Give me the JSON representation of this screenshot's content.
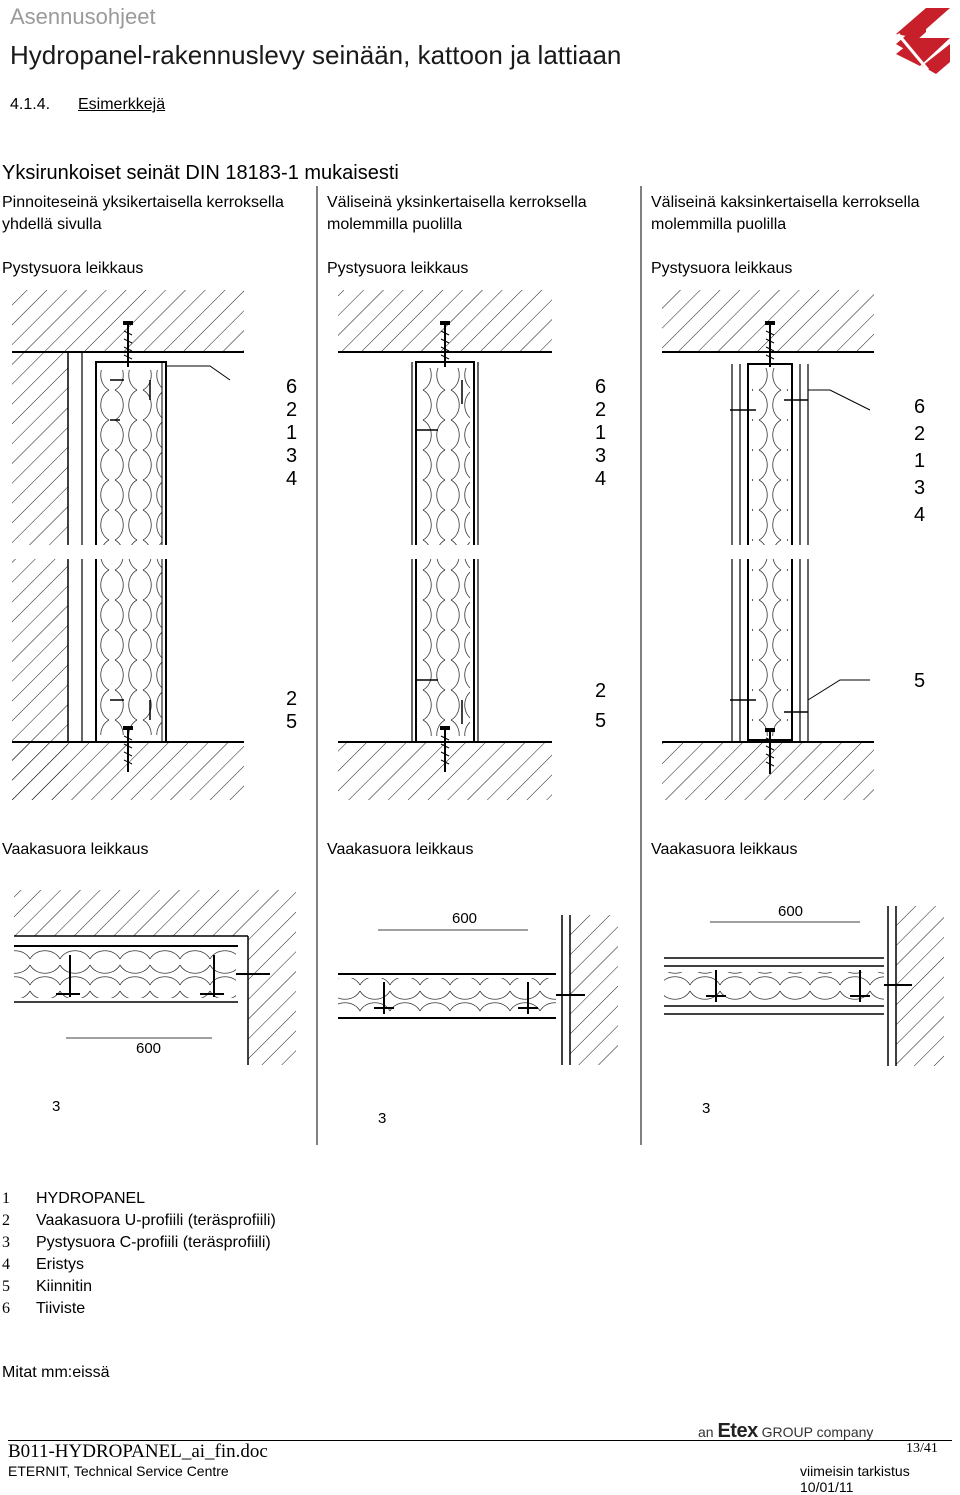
{
  "header": {
    "subtitle": "Asennusohjeet",
    "title": "Hydropanel-rakennuslevy seinään, kattoon ja lattiaan",
    "logo": "eternit-logo-icon",
    "brand_color": "#c8202a"
  },
  "section": {
    "number": "4.1.4.",
    "name": "Esimerkkejä"
  },
  "main_heading": "Yksirunkoiset seinät DIN 18183-1 mukaisesti",
  "columns": [
    {
      "title_line1": "Pinnoiteseinä yksikertaisella kerroksella",
      "title_line2": "yhdellä sivulla",
      "vertical_label": "Pystysuora leikkaus",
      "horizontal_label": "Vaakasuora leikkaus",
      "callouts_top": [
        "6",
        "2",
        "1",
        "3",
        "4"
      ],
      "callouts_bottom": [
        "2",
        "5"
      ],
      "dimension": "600",
      "profile_label": "3"
    },
    {
      "title_line1": "Väliseinä yksinkertaisella kerroksella",
      "title_line2": "molemmilla puolilla",
      "vertical_label": "Pystysuora leikkaus",
      "horizontal_label": "Vaakasuora leikkaus",
      "callouts_top": [
        "6",
        "2",
        "1",
        "3",
        "4"
      ],
      "callouts_bottom": [
        "2",
        "5"
      ],
      "dimension": "600",
      "profile_label": "3"
    },
    {
      "title_line1": "Väliseinä kaksinkertaisella kerroksella",
      "title_line2": "molemmilla puolilla",
      "vertical_label": "Pystysuora leikkaus",
      "horizontal_label": "Vaakasuora leikkaus",
      "callouts_top": [
        "6",
        "2",
        "1",
        "3",
        "4"
      ],
      "callouts_bottom": [
        "5"
      ],
      "dimension": "600",
      "profile_label": "3"
    }
  ],
  "legend": [
    {
      "num": "1",
      "text": "HYDROPANEL"
    },
    {
      "num": "2",
      "text": "Vaakasuora U-profiili (teräsprofiili)"
    },
    {
      "num": "3",
      "text": "Pystysuora C-profiili (teräsprofiili)"
    },
    {
      "num": "4",
      "text": "Eristys"
    },
    {
      "num": "5",
      "text": "Kiinnitin"
    },
    {
      "num": "6",
      "text": "Tiiviste"
    }
  ],
  "units_note": "Mitat mm:eissä",
  "footer": {
    "file_name": "B011-HYDROPANEL_ai_fin.doc",
    "company": "ETERNIT, Technical Service Centre",
    "page": "13/41",
    "revision": "viimeisin tarkistus 10/01/11",
    "etex_prefix": "an",
    "etex_name": "Etex",
    "etex_suffix": "GROUP company"
  }
}
